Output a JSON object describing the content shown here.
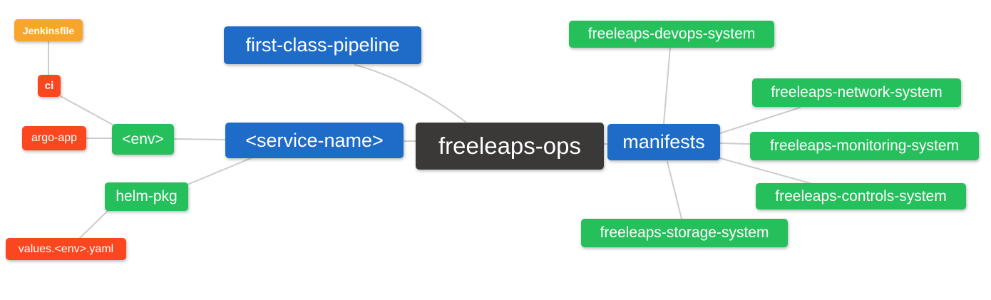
{
  "diagram": {
    "type": "mindmap",
    "root_label": "freeleaps-ops",
    "colors": {
      "root_node": "#3b3838",
      "primary_node": "#1e6bc8",
      "secondary_node": "#25bf5b",
      "leaf_red_node": "#fb471f",
      "leaf_amber_node": "#f8a62b",
      "connector_line": "#cccccc",
      "node_text": "#ffffff",
      "background": "#ffffff"
    },
    "nodes": {
      "freeleaps_ops": {
        "label": "freeleaps-ops"
      },
      "first_class_pipeline": {
        "label": "first-class-pipeline"
      },
      "service_name": {
        "label": "<service-name>"
      },
      "manifests": {
        "label": "manifests"
      },
      "env": {
        "label": "<env>"
      },
      "helm_pkg": {
        "label": "helm-pkg"
      },
      "ci": {
        "label": "ci"
      },
      "jenkinsfile": {
        "label": "Jenkinsfile"
      },
      "argo_app": {
        "label": "argo-app"
      },
      "values_env_yaml": {
        "label": "values.<env>.yaml"
      },
      "devops_system": {
        "label": "freeleaps-devops-system"
      },
      "network_system": {
        "label": "freeleaps-network-system"
      },
      "monitoring_system": {
        "label": "freeleaps-monitoring-system"
      },
      "controls_system": {
        "label": "freeleaps-controls-system"
      },
      "storage_system": {
        "label": "freeleaps-storage-system"
      }
    },
    "edges": [
      {
        "from": "jenkinsfile",
        "to": "ci"
      },
      {
        "from": "ci",
        "to": "env"
      },
      {
        "from": "argo_app",
        "to": "env"
      },
      {
        "from": "env",
        "to": "service_name"
      },
      {
        "from": "service_name",
        "to": "helm_pkg"
      },
      {
        "from": "helm_pkg",
        "to": "values_env_yaml"
      },
      {
        "from": "first_class_pipeline",
        "to": "freeleaps_ops"
      },
      {
        "from": "service_name",
        "to": "freeleaps_ops"
      },
      {
        "from": "freeleaps_ops",
        "to": "manifests"
      },
      {
        "from": "manifests",
        "to": "devops_system"
      },
      {
        "from": "manifests",
        "to": "network_system"
      },
      {
        "from": "manifests",
        "to": "monitoring_system"
      },
      {
        "from": "manifests",
        "to": "controls_system"
      },
      {
        "from": "manifests",
        "to": "storage_system"
      }
    ]
  }
}
